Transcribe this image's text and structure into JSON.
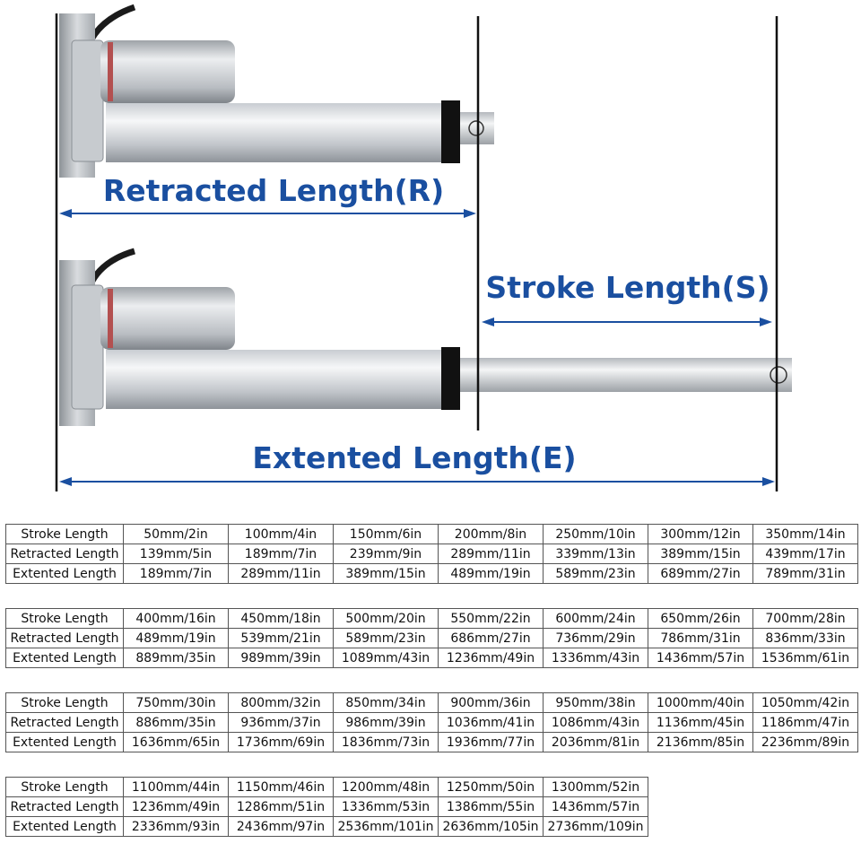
{
  "diagram": {
    "retracted_label": "Retracted Length(R)",
    "stroke_label": "Stroke Length(S)",
    "extended_label": "Extented Length(E)"
  },
  "row_labels": [
    "Stroke Length",
    "Retracted Length",
    "Extented Length"
  ],
  "tables": [
    {
      "stroke": [
        "50mm/2in",
        "100mm/4in",
        "150mm/6in",
        "200mm/8in",
        "250mm/10in",
        "300mm/12in",
        "350mm/14in"
      ],
      "retracted": [
        "139mm/5in",
        "189mm/7in",
        "239mm/9in",
        "289mm/11in",
        "339mm/13in",
        "389mm/15in",
        "439mm/17in"
      ],
      "extended": [
        "189mm/7in",
        "289mm/11in",
        "389mm/15in",
        "489mm/19in",
        "589mm/23in",
        "689mm/27in",
        "789mm/31in"
      ]
    },
    {
      "stroke": [
        "400mm/16in",
        "450mm/18in",
        "500mm/20in",
        "550mm/22in",
        "600mm/24in",
        "650mm/26in",
        "700mm/28in"
      ],
      "retracted": [
        "489mm/19in",
        "539mm/21in",
        "589mm/23in",
        "686mm/27in",
        "736mm/29in",
        "786mm/31in",
        "836mm/33in"
      ],
      "extended": [
        "889mm/35in",
        "989mm/39in",
        "1089mm/43in",
        "1236mm/49in",
        "1336mm/43in",
        "1436mm/57in",
        "1536mm/61in"
      ]
    },
    {
      "stroke": [
        "750mm/30in",
        "800mm/32in",
        "850mm/34in",
        "900mm/36in",
        "950mm/38in",
        "1000mm/40in",
        "1050mm/42in"
      ],
      "retracted": [
        "886mm/35in",
        "936mm/37in",
        "986mm/39in",
        "1036mm/41in",
        "1086mm/43in",
        "1136mm/45in",
        "1186mm/47in"
      ],
      "extended": [
        "1636mm/65in",
        "1736mm/69in",
        "1836mm/73in",
        "1936mm/77in",
        "2036mm/81in",
        "2136mm/85in",
        "2236mm/89in"
      ]
    },
    {
      "stroke": [
        "1100mm/44in",
        "1150mm/46in",
        "1200mm/48in",
        "1250mm/50in",
        "1300mm/52in"
      ],
      "retracted": [
        "1236mm/49in",
        "1286mm/51in",
        "1336mm/53in",
        "1386mm/55in",
        "1436mm/57in"
      ],
      "extended": [
        "2336mm/93in",
        "2436mm/97in",
        "2536mm/101in",
        "2636mm/105in",
        "2736mm/109in"
      ]
    }
  ],
  "colors": {
    "label_blue": "#1a4fa0",
    "line": "#111111"
  }
}
